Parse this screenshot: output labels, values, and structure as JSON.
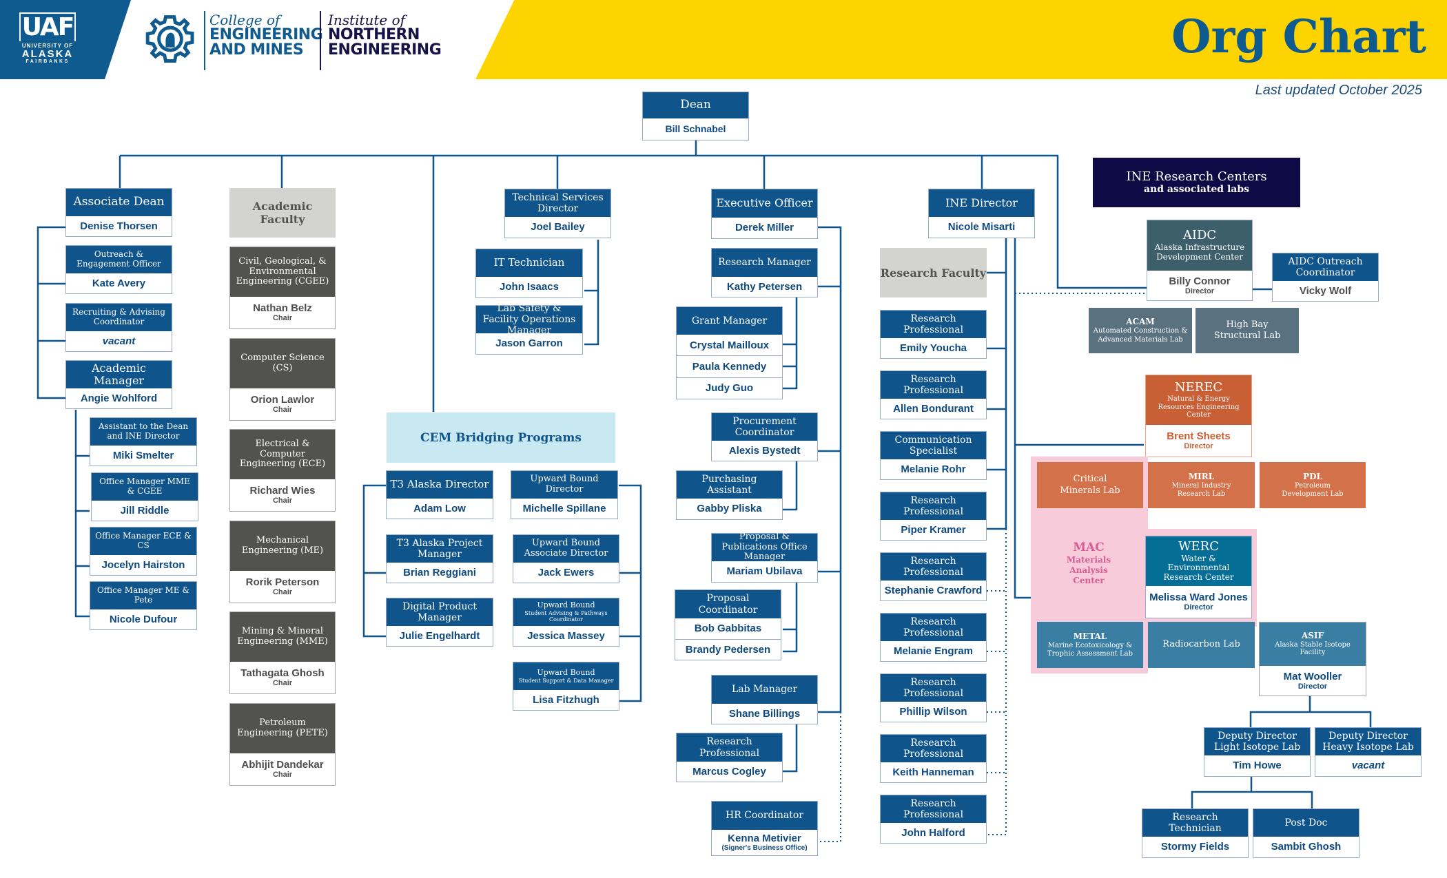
{
  "header": {
    "uaf_logo": {
      "mark": "UAF",
      "line1": "UNIVERSITY OF",
      "line2": "ALASKA",
      "line3": "FAIRBANKS"
    },
    "cem_logo": {
      "script": "College of",
      "line1": "ENGINEERING",
      "line2": "AND MINES"
    },
    "ine_logo": {
      "script": "Institute of",
      "line1": "NORTHERN",
      "line2": "ENGINEERING"
    },
    "title": "Org Chart",
    "last_updated": "Last updated October  2025"
  },
  "colors": {
    "primary_blue": "#0f548a",
    "header_yellow": "#fdd400",
    "faculty_gray": "#52534f",
    "label_gray": "#d3d3cf",
    "navy": "#0d0a45",
    "aidc_teal": "#3d5f6c",
    "aidc_lab": "#5a7280",
    "nerec_orange": "#c85f35",
    "nerec_lab": "#d3724a",
    "mac_pink": "#f8cbda",
    "werc_blue": "#046e96",
    "werc_lab": "#3a7ea4",
    "bridging_blue": "#c8e8f2"
  },
  "dean": {
    "title": "Dean",
    "name": "Bill Schnabel"
  },
  "associate_dean_branch": {
    "head": {
      "title": "Associate Dean",
      "name": "Denise Thorsen"
    },
    "reports": [
      {
        "title": "Outreach & Engagement Officer",
        "name": "Kate Avery"
      },
      {
        "title": "Recruiting & Advising Coordinator",
        "name": "vacant"
      },
      {
        "title": "Academic Manager",
        "name": "Angie Wohlford"
      }
    ],
    "academic_manager_reports": [
      {
        "title": "Assistant to the Dean and INE Director",
        "name": "Miki Smelter"
      },
      {
        "title": "Office Manager MME & CGEE",
        "name": "Jill Riddle"
      },
      {
        "title": "Office Manager ECE & CS",
        "name": "Jocelyn Hairston"
      },
      {
        "title": "Office Manager ME & Pete",
        "name": "Nicole Dufour"
      }
    ]
  },
  "academic_faculty": {
    "label": "Academic Faculty",
    "departments": [
      {
        "title": "Civil, Geological, & Environmental Engineering (CGEE)",
        "name": "Nathan Belz",
        "role": "Chair"
      },
      {
        "title": "Computer Science (CS)",
        "name": "Orion Lawlor",
        "role": "Chair"
      },
      {
        "title": "Electrical & Computer Engineering (ECE)",
        "name": "Richard Wies",
        "role": "Chair"
      },
      {
        "title": "Mechanical Engineering (ME)",
        "name": "Rorik Peterson",
        "role": "Chair"
      },
      {
        "title": "Mining & Mineral Engineering (MME)",
        "name": "Tathagata Ghosh",
        "role": "Chair"
      },
      {
        "title": "Petroleum Engineering (PETE)",
        "name": "Abhijit Dandekar",
        "role": "Chair"
      }
    ]
  },
  "technical_services": {
    "head": {
      "title": "Technical Services Director",
      "name": "Joel Bailey"
    },
    "reports": [
      {
        "title": "IT Technician",
        "name": "John Isaacs"
      },
      {
        "title": "Lab Safety & Facility Operations Manager",
        "name": "Jason Garron"
      }
    ]
  },
  "bridging_programs": {
    "label": "CEM Bridging Programs",
    "t3": [
      {
        "title": "T3 Alaska Director",
        "name": "Adam Low"
      },
      {
        "title": "T3 Alaska Project Manager",
        "name": "Brian Reggiani"
      },
      {
        "title": "Digital Product Manager",
        "name": "Julie Engelhardt"
      }
    ],
    "upward_bound": [
      {
        "title": "Upward Bound Director",
        "name": "Michelle Spillane"
      },
      {
        "title": "Upward Bound Associate Director",
        "name": "Jack Ewers"
      },
      {
        "title": "Upward Bound",
        "subtitle": "Student Advising & Pathways Coordinator",
        "name": "Jessica Massey"
      },
      {
        "title": "Upward Bound",
        "subtitle": "Student Support & Data Manager",
        "name": "Lisa Fitzhugh"
      }
    ]
  },
  "executive_officer": {
    "head": {
      "title": "Executive Officer",
      "name": "Derek Miller"
    },
    "research_manager": {
      "title": "Research Manager",
      "name": "Kathy Petersen"
    },
    "grant_manager": {
      "title": "Grant Manager",
      "names": [
        "Crystal Mailloux",
        "Paula Kennedy",
        "Judy Guo"
      ]
    },
    "procurement": {
      "title": "Procurement Coordinator",
      "name": "Alexis Bystedt"
    },
    "purchasing": {
      "title": "Purchasing Assistant",
      "name": "Gabby Pliska"
    },
    "proposal_office": {
      "title": "Proposal & Publications Office Manager",
      "name": "Mariam Ubilava"
    },
    "proposal_coordinator": {
      "title": "Proposal Coordinator",
      "names": [
        "Bob Gabbitas",
        "Brandy Pedersen"
      ]
    },
    "lab_manager": {
      "title": "Lab Manager",
      "name": "Shane Billings"
    },
    "lab_research": {
      "title": "Research Professional",
      "name": "Marcus Cogley"
    },
    "hr": {
      "title": "HR Coordinator",
      "name": "Kenna Metivier",
      "note": "(Signer's Business Office)"
    }
  },
  "ine_director": {
    "head": {
      "title": "INE Director",
      "name": "Nicole Misarti"
    },
    "research_faculty_label": "Research  Faculty",
    "staff": [
      {
        "title": "Research Professional",
        "name": "Emily Youcha"
      },
      {
        "title": "Research Professional",
        "name": "Allen Bondurant"
      },
      {
        "title": "Communication Specialist",
        "name": "Melanie Rohr"
      },
      {
        "title": "Research Professional",
        "name": "Piper Kramer"
      },
      {
        "title": "Research Professional",
        "name": "Stephanie Crawford"
      },
      {
        "title": "Research Professional",
        "name": "Melanie Engram"
      },
      {
        "title": "Research Professional",
        "name": "Phillip Wilson"
      },
      {
        "title": "Research Professional",
        "name": "Keith Hanneman"
      },
      {
        "title": "Research Professional",
        "name": "John Halford"
      }
    ]
  },
  "research_centers": {
    "header_title": "INE Research Centers",
    "header_subtitle": "and associated labs",
    "aidc": {
      "acronym": "AIDC",
      "full": "Alaska Infrastructure Development Center",
      "name": "Billy Connor",
      "role": "Director",
      "outreach": {
        "title": "AIDC Outreach Coordinator",
        "name": "Vicky Wolf"
      },
      "labs": [
        {
          "acronym": "ACAM",
          "full": "Automated Construction & Advanced Materials Lab"
        },
        {
          "acronym": "",
          "full": "High Bay Structural Lab"
        }
      ]
    },
    "nerec": {
      "acronym": "NEREC",
      "full": "Natural & Energy Resources Engineering Center",
      "name": "Brent Sheets",
      "role": "Director",
      "labs": [
        {
          "acronym": "",
          "full": "Critical Minerals Lab"
        },
        {
          "acronym": "MIRL",
          "full": "Mineral Industry Research Lab"
        },
        {
          "acronym": "PDL",
          "full": "Petroleum Development Lab"
        }
      ]
    },
    "mac": {
      "acronym": "MAC",
      "full": "Materials Analysis Center"
    },
    "werc": {
      "acronym": "WERC",
      "full": "Water & Environmental Research Center",
      "name": "Melissa Ward Jones",
      "role": "Director",
      "labs": [
        {
          "acronym": "METAL",
          "full": "Marine Ecotoxicology & Trophic Assessment Lab"
        },
        {
          "acronym": "",
          "full": "Radiocarbon Lab"
        }
      ]
    },
    "asif": {
      "acronym": "ASIF",
      "full": "Alaska Stable Isotope Facility",
      "name": "Mat Wooller",
      "role": "Director",
      "deputies": [
        {
          "title": "Deputy Director Light Isotope Lab",
          "name": "Tim Howe"
        },
        {
          "title": "Deputy Director Heavy Isotope Lab",
          "name": "vacant"
        }
      ],
      "staff": [
        {
          "title": "Research Technician",
          "name": "Stormy Fields"
        },
        {
          "title": "Post Doc",
          "name": "Sambit Ghosh"
        }
      ]
    }
  }
}
